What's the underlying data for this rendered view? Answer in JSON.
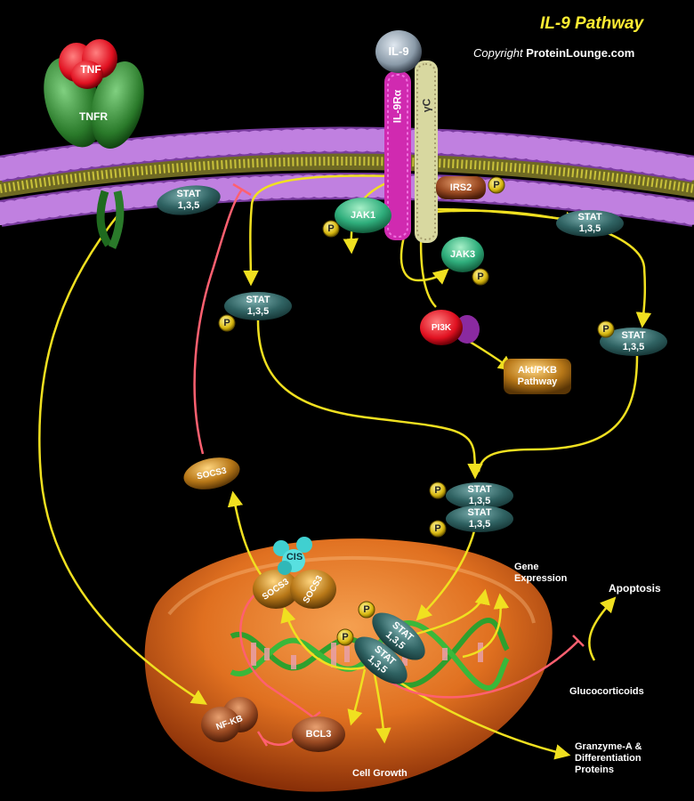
{
  "header": {
    "title": "IL-9 Pathway",
    "copyright_prefix": "Copyright",
    "copyright_brand": "ProteinLounge.com"
  },
  "receptors": {
    "tnf": "TNF",
    "tnfr": "TNFR",
    "il9": "IL-9",
    "il9r_alpha": "IL-9Rα",
    "gamma_c": "γC"
  },
  "proteins": {
    "jak1": "JAK1",
    "jak3": "JAK3",
    "irs2": "IRS2",
    "pi3k": "PI3K",
    "stat": "STAT\n1,3,5",
    "socs3": "SOCS3",
    "cis": "CIS",
    "nfkb": "NF-KB",
    "bcl3": "BCL3",
    "phospho": "P"
  },
  "outcomes": {
    "akt": "Akt/PKB\nPathway",
    "gene_expression": "Gene\nExpression",
    "apoptosis": "Apoptosis",
    "glucocorticoids": "Glucocorticoids",
    "cell_growth": "Cell Growth",
    "granzyme": "Granzyme-A &\nDifferentiation\nProteins"
  },
  "colors": {
    "background": "#000000",
    "membrane_head": "#c080e0",
    "membrane_tail": "#c8c040",
    "activation_arrow": "#f0e020",
    "inhibition_line": "#ff6070",
    "stat": "#3a6e6e",
    "nucleus": "#e07020",
    "phospho": "#e8d020",
    "title": "#ffee33"
  }
}
